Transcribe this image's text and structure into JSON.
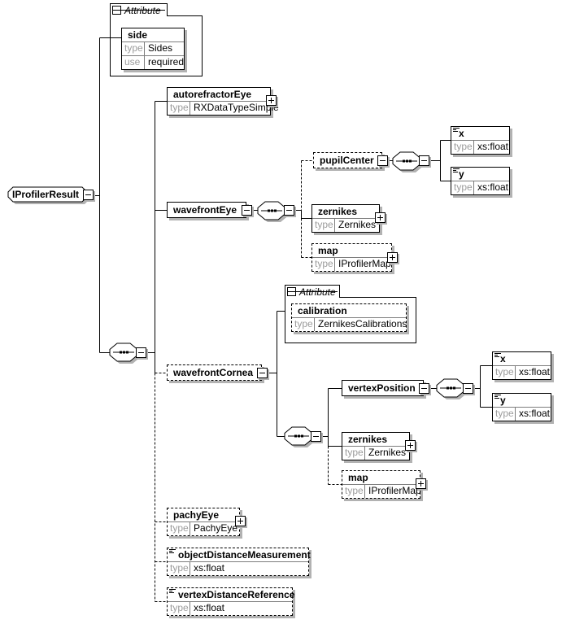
{
  "labels": {
    "attribute": "Attribute"
  },
  "colors": {
    "line": "#000000",
    "shadow": "#b2b2b2",
    "muted_text": "#9c9c9c",
    "background": "#ffffff"
  },
  "icons": {
    "collapse": "minus",
    "expand": "plus",
    "sequence": "three-dots-octagon",
    "annotation": "lines"
  },
  "root": {
    "name": "IProfilerResult"
  },
  "attributes": {
    "side": {
      "name": "side",
      "rows": [
        {
          "label": "type",
          "value": "Sides"
        },
        {
          "label": "use",
          "value": "required"
        }
      ]
    },
    "calibration": {
      "name": "calibration",
      "rows": [
        {
          "label": "type",
          "value": "ZernikesCalibrations"
        }
      ]
    }
  },
  "elements": {
    "autorefractorEye": {
      "name": "autorefractorEye",
      "rows": [
        {
          "label": "type",
          "value": "RXDataTypeSimple"
        }
      ]
    },
    "wavefrontEye": {
      "name": "wavefrontEye"
    },
    "pupilCenter": {
      "name": "pupilCenter"
    },
    "pupilX": {
      "name": "x",
      "rows": [
        {
          "label": "type",
          "value": "xs:float"
        }
      ]
    },
    "pupilY": {
      "name": "y",
      "rows": [
        {
          "label": "type",
          "value": "xs:float"
        }
      ]
    },
    "eyeZernikes": {
      "name": "zernikes",
      "rows": [
        {
          "label": "type",
          "value": "Zernikes"
        }
      ]
    },
    "eyeMap": {
      "name": "map",
      "rows": [
        {
          "label": "type",
          "value": "IProfilerMap"
        }
      ]
    },
    "wavefrontCornea": {
      "name": "wavefrontCornea"
    },
    "vertexPosition": {
      "name": "vertexPosition"
    },
    "vertexX": {
      "name": "x",
      "rows": [
        {
          "label": "type",
          "value": "xs:float"
        }
      ]
    },
    "vertexY": {
      "name": "y",
      "rows": [
        {
          "label": "type",
          "value": "xs:float"
        }
      ]
    },
    "corneaZernikes": {
      "name": "zernikes",
      "rows": [
        {
          "label": "type",
          "value": "Zernikes"
        }
      ]
    },
    "corneaMap": {
      "name": "map",
      "rows": [
        {
          "label": "type",
          "value": "IProfilerMap"
        }
      ]
    },
    "pachyEye": {
      "name": "pachyEye",
      "rows": [
        {
          "label": "type",
          "value": "PachyEye"
        }
      ]
    },
    "objectDistanceMeasurement": {
      "name": "objectDistanceMeasurement",
      "rows": [
        {
          "label": "type",
          "value": "xs:float"
        }
      ]
    },
    "vertexDistanceReference": {
      "name": "vertexDistanceReference",
      "rows": [
        {
          "label": "type",
          "value": "xs:float"
        }
      ]
    }
  }
}
